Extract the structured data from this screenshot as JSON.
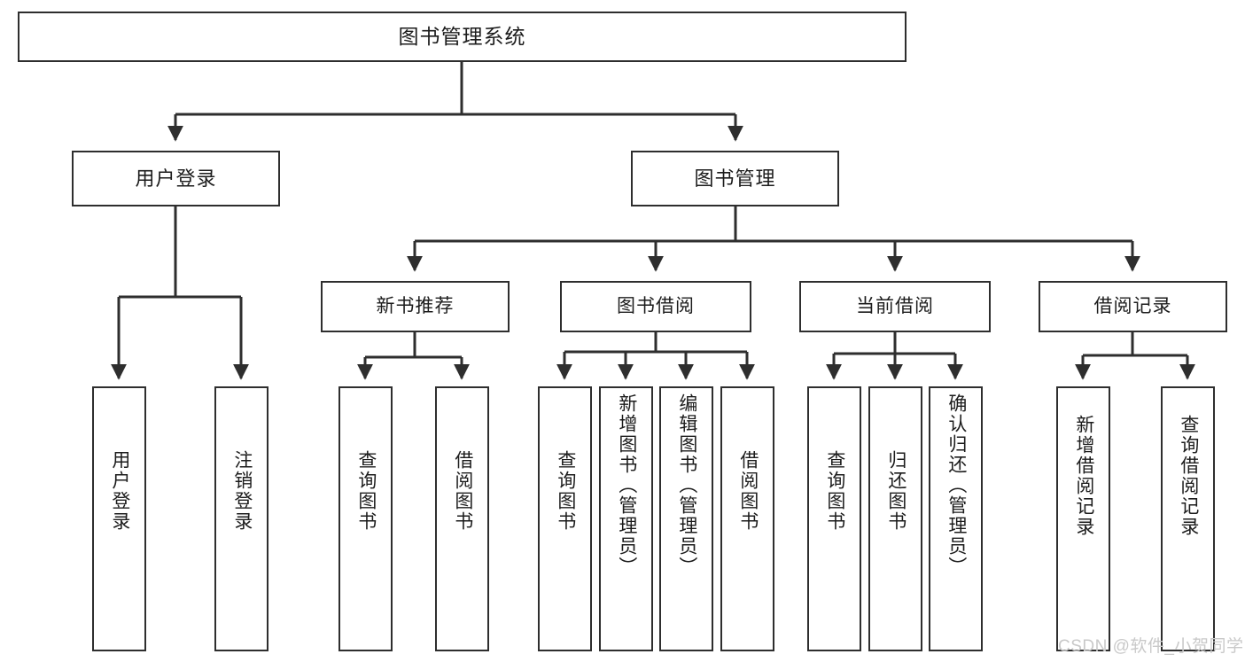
{
  "diagram": {
    "type": "hierarchy-tree",
    "title": "图书管理系统",
    "watermark": "CSDN @软件_小贺同学",
    "colors": {
      "border": "#2e2e2e",
      "background": "#ffffff",
      "text": "#1c1c1c",
      "watermark": "#c9c9c9"
    },
    "root": {
      "label": "图书管理系统"
    },
    "level2": [
      {
        "label": "用户登录"
      },
      {
        "label": "图书管理"
      }
    ],
    "level3": [
      {
        "label": "新书推荐"
      },
      {
        "label": "图书借阅"
      },
      {
        "label": "当前借阅"
      },
      {
        "label": "借阅记录"
      }
    ],
    "leaves": [
      {
        "label": "用户登录",
        "parent": "用户登录",
        "tall": false
      },
      {
        "label": "注销登录",
        "parent": "用户登录",
        "tall": false
      },
      {
        "label": "查询图书",
        "parent": "新书推荐",
        "tall": false
      },
      {
        "label": "借阅图书",
        "parent": "新书推荐",
        "tall": false
      },
      {
        "label": "查询图书",
        "parent": "图书借阅",
        "tall": false
      },
      {
        "label": "新增图书（管理员）",
        "parent": "图书借阅",
        "tall": true
      },
      {
        "label": "编辑图书（管理员）",
        "parent": "图书借阅",
        "tall": true
      },
      {
        "label": "借阅图书",
        "parent": "图书借阅",
        "tall": false
      },
      {
        "label": "查询图书",
        "parent": "当前借阅",
        "tall": false
      },
      {
        "label": "归还图书",
        "parent": "当前借阅",
        "tall": false
      },
      {
        "label": "确认归还（管理员）",
        "parent": "当前借阅",
        "tall": true
      },
      {
        "label": "新增借阅记录",
        "parent": "借阅记录",
        "tall": true
      },
      {
        "label": "查询借阅记录",
        "parent": "借阅记录",
        "tall": true
      }
    ]
  }
}
